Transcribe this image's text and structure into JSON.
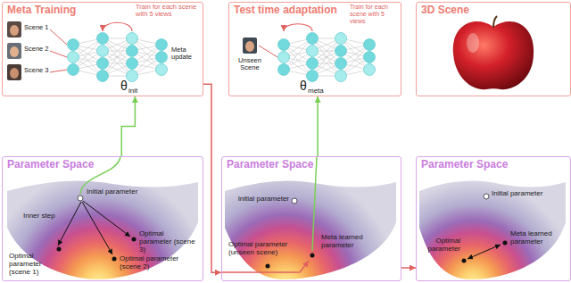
{
  "diagram": {
    "nodes": [
      {
        "text": [
          "Meta Training"
        ]
      },
      {
        "text": [
          "Test time adaptation"
        ]
      },
      {
        "text": [
          "3D Scene"
        ]
      },
      {
        "text": [
          "Parameter Space"
        ]
      },
      {
        "text": [
          "Parameter Space"
        ]
      },
      {
        "text": [
          "Parameter Space"
        ]
      }
    ],
    "edges": [
      {
        "from": 0,
        "to": 4,
        "arrow": "to"
      },
      {
        "from": 3,
        "to": 0,
        "arrow": "to"
      },
      {
        "from": 4,
        "to": 1,
        "arrow": "to"
      },
      {
        "from": 4,
        "to": 5,
        "arrow": "to"
      }
    ],
    "labels": [
      "Scene 1",
      "Scene 2",
      "Scene 3",
      "Train for each scene with 5 views",
      "θ",
      "init",
      "Meta update",
      "Unseen Scene",
      "Train for each scene with 5 views",
      "θ",
      "meta",
      "Initial parameter",
      "Inner step",
      "Optimal parameter (scene 1)",
      "Optimal parameter (scene 3)",
      "Optimal parameter (scene 2)",
      "Initial parameter",
      "Optimal parameter (unseen scene)",
      "Meta learned parameter",
      "Initial parameter",
      "Optimal parameter",
      "Meta learned parameter"
    ]
  }
}
